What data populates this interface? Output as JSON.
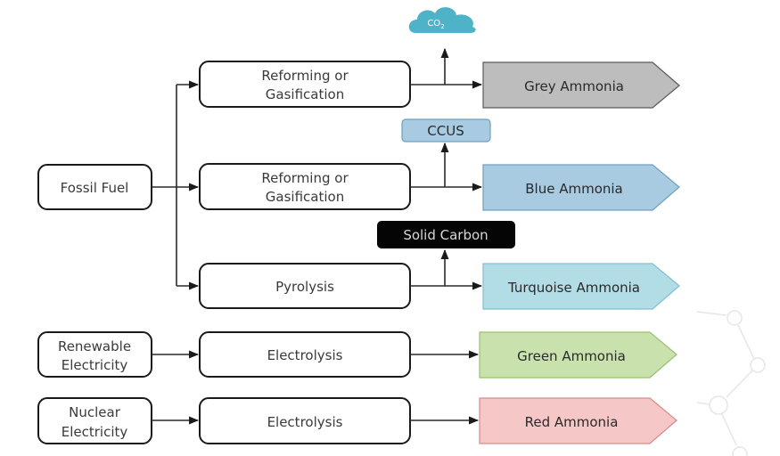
{
  "diagram": {
    "title": "Ammonia production pathways",
    "sources": {
      "fossil_fuel": "Fossil Fuel",
      "renewable": [
        "Renewable",
        "Electricity"
      ],
      "nuclear": [
        "Nuclear",
        "Electricity"
      ]
    },
    "processes": {
      "reforming_1": [
        "Reforming or",
        "Gasification"
      ],
      "reforming_2": [
        "Reforming or",
        "Gasification"
      ],
      "pyrolysis": "Pyrolysis",
      "electrolysis_1": "Electrolysis",
      "electrolysis_2": "Electrolysis"
    },
    "byproducts": {
      "co2": "CO",
      "co2_sub": "2",
      "ccus": "CCUS",
      "solid_carbon": "Solid Carbon"
    },
    "outputs": {
      "grey": "Grey Ammonia",
      "blue": "Blue Ammonia",
      "turquoise": "Turquoise Ammonia",
      "green": "Green Ammonia",
      "red": "Red Ammonia"
    },
    "colors": {
      "grey": "#bdbdbd",
      "grey_stroke": "#5a5a5a",
      "blue": "#a9cbe1",
      "blue_stroke": "#6f9fbf",
      "turquoise": "#b3dde6",
      "turquoise_stroke": "#7fc0cf",
      "green": "#c9e2ad",
      "green_stroke": "#98c16d",
      "red": "#f6c7c7",
      "red_stroke": "#d98a8a",
      "cloud": "#4fb3c8",
      "ccus_fill": "#a9cbe1",
      "solid_carbon_fill": "#050505"
    }
  }
}
